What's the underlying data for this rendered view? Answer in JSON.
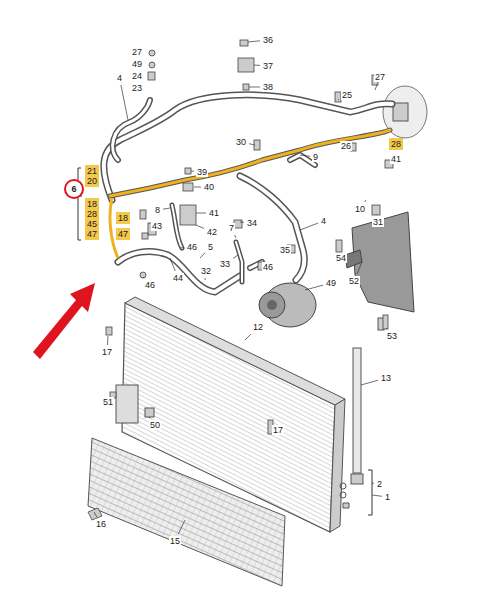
{
  "diagram": {
    "nodes": [
      {
        "text": [
          "6"
        ]
      },
      {
        "text": [
          "21",
          "20"
        ]
      },
      {
        "text": [
          "18",
          "28",
          "45",
          "47"
        ]
      },
      {
        "text": [
          "18"
        ]
      },
      {
        "text": [
          "47"
        ]
      },
      {
        "text": [
          "28"
        ]
      }
    ],
    "labels": [
      "27",
      "49",
      "24",
      "23",
      "4",
      "36",
      "37",
      "38",
      "27",
      "25",
      "30",
      "9",
      "26",
      "41",
      "10",
      "31",
      "39",
      "40",
      "41",
      "42",
      "8",
      "7",
      "34",
      "43",
      "46",
      "5",
      "4",
      "35",
      "46",
      "54",
      "33",
      "32",
      "44",
      "46",
      "49",
      "52",
      "53",
      "12",
      "13",
      "17",
      "51",
      "50",
      "17",
      "2",
      "1",
      "15",
      "16"
    ]
  }
}
